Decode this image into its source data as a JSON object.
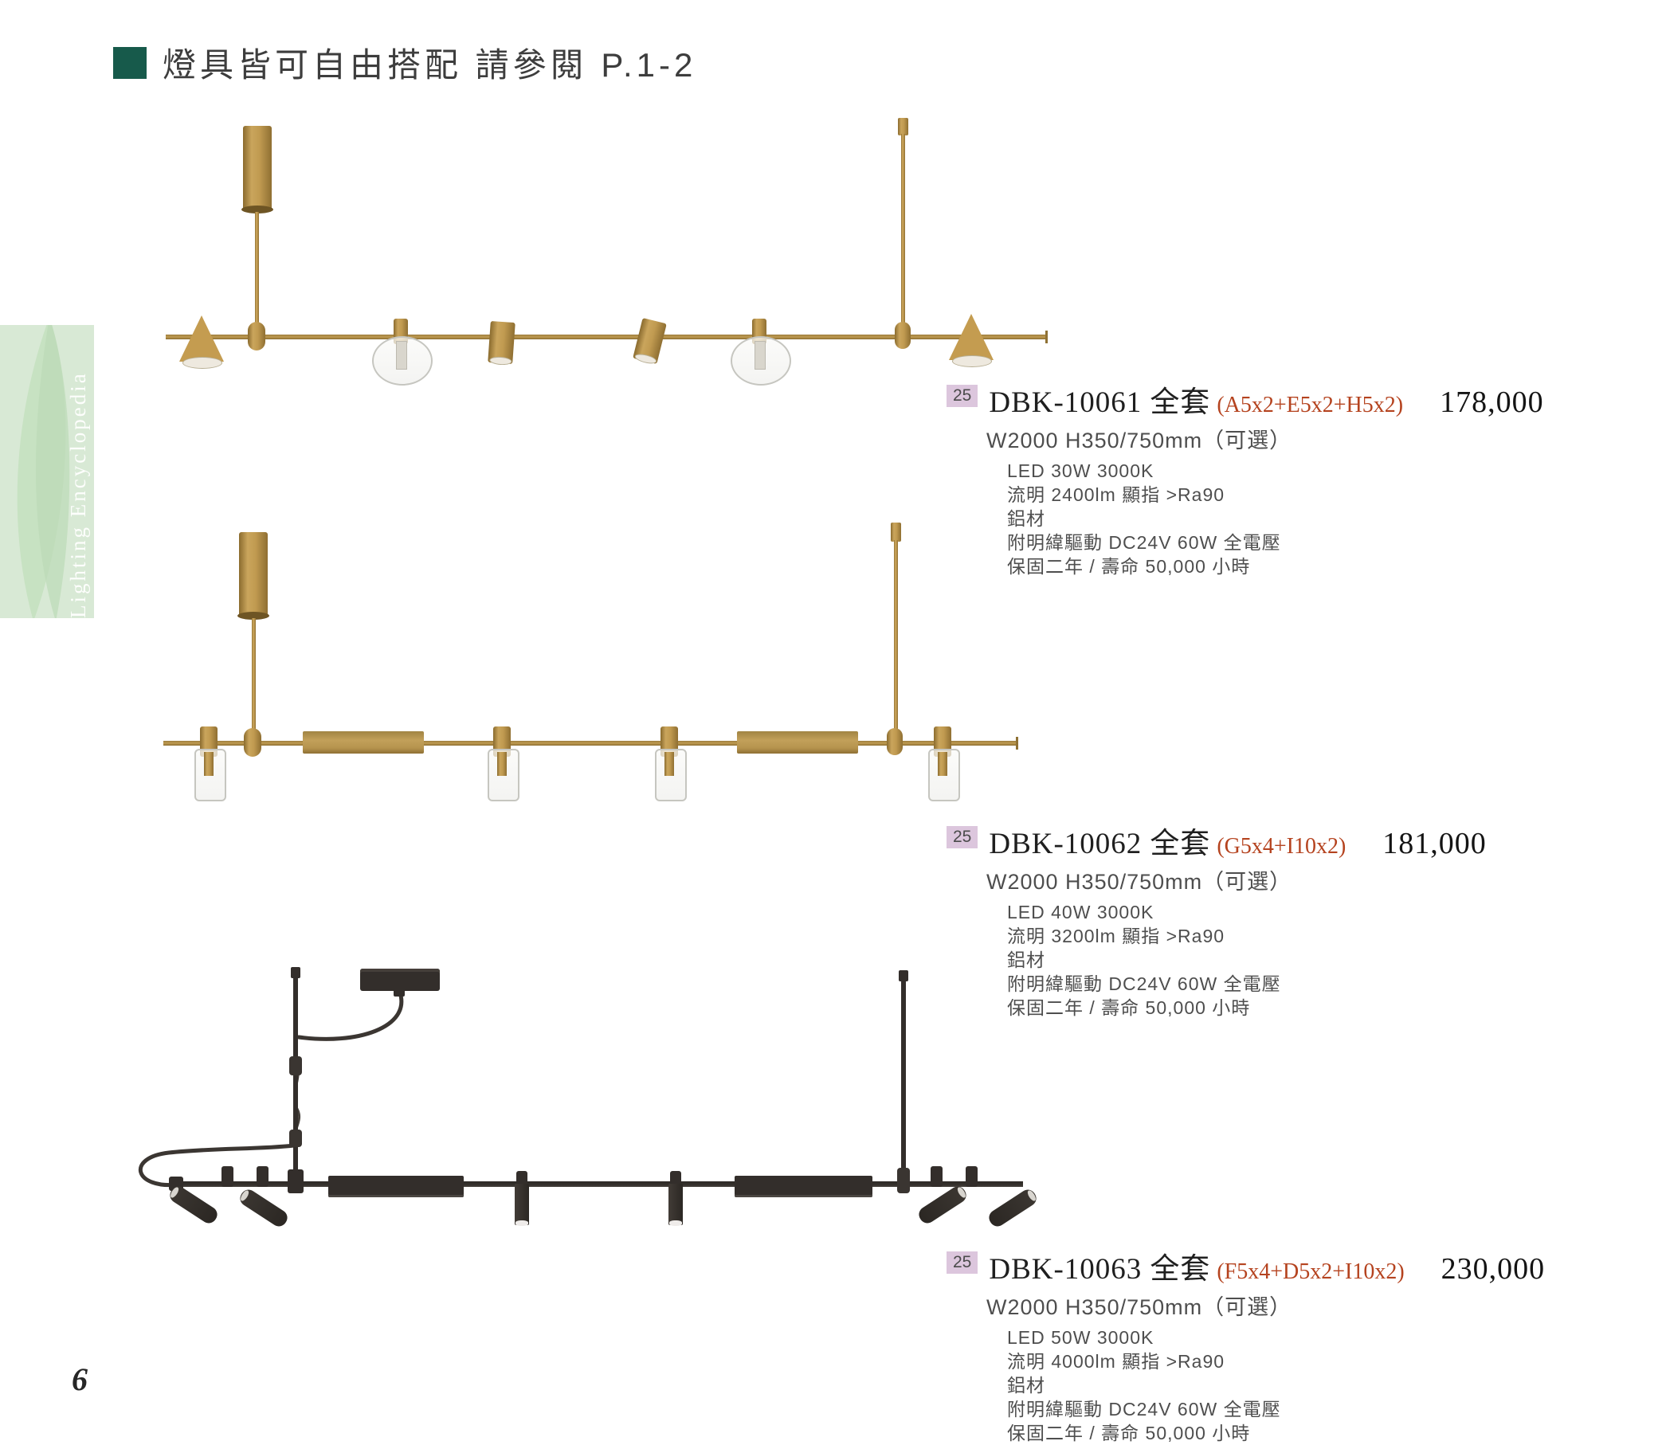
{
  "page": {
    "number": "6"
  },
  "header": {
    "title": "燈具皆可自由搭配 請參閱 P.1-2",
    "square_color": "#175a4b"
  },
  "sidebar": {
    "vertical_text": "Lighting Encyclopedia",
    "bg_color": "#d8e9d5"
  },
  "colors": {
    "gold": "#c09e58",
    "black_fixture": "#332e2b",
    "accent_red": "#b5431f",
    "badge_bg": "#dcc6dd",
    "teal_square": "#175a4b",
    "sidebar_green": "#d8e9d5"
  },
  "products": [
    {
      "badge": "25",
      "model": "DBK-10061",
      "set_label": "全套",
      "config": "(A5x2+E5x2+H5x2)",
      "price": "178,000",
      "size": "W2000 H350/750mm（可選）",
      "specs": [
        "LED 30W 3000K",
        "流明 2400lm 顯指 >Ra90",
        "鋁材",
        "附明緯驅動 DC24V 60W 全電壓",
        "保固二年 / 壽命 50,000 小時"
      ]
    },
    {
      "badge": "25",
      "model": "DBK-10062",
      "set_label": "全套",
      "config": "(G5x4+I10x2)",
      "price": "181,000",
      "size": "W2000 H350/750mm（可選）",
      "specs": [
        "LED 40W 3000K",
        "流明 3200lm 顯指 >Ra90",
        "鋁材",
        "附明緯驅動 DC24V 60W 全電壓",
        "保固二年 / 壽命 50,000 小時"
      ]
    },
    {
      "badge": "25",
      "model": "DBK-10063",
      "set_label": "全套",
      "config": "(F5x4+D5x2+I10x2)",
      "price": "230,000",
      "size": "W2000 H350/750mm（可選）",
      "specs": [
        "LED 50W 3000K",
        "流明 4000lm 顯指 >Ra90",
        "鋁材",
        "附明緯驅動 DC24V 60W 全電壓",
        "保固二年 / 壽命 50,000 小時"
      ]
    }
  ]
}
